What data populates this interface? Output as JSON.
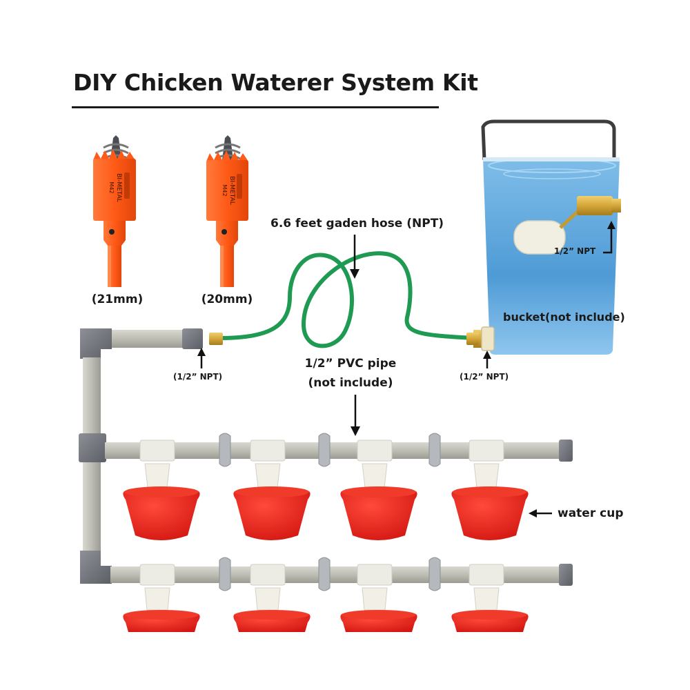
{
  "title": "DIY Chicken Waterer System Kit",
  "hole_saws": [
    {
      "size_label": "(21mm)",
      "imprint_1": "BI-METAL",
      "imprint_2": "M42"
    },
    {
      "size_label": "(20mm)",
      "imprint_1": "BI-METAL",
      "imprint_2": "M42"
    }
  ],
  "labels": {
    "hose": "6.6 feet gaden hose (NPT)",
    "pvc_line1": "1/2”   PVC pipe",
    "pvc_line2": "(not include)",
    "npt_left": "(1/2” NPT)",
    "npt_right": "(1/2” NPT)",
    "npt_bucket": "1/2” NPT",
    "bucket": "bucket(not include)",
    "water_cup": "water cup"
  },
  "colors": {
    "saw_orange": "#ff5a17",
    "hose_green": "#1f9a52",
    "pvc_grey": "#bdbdb4",
    "fitting_dark": "#6e7177",
    "cup_red": "#e41e18",
    "bucket_blue": "#5aa5de",
    "brass": "#d4a63a"
  },
  "icons": [
    "arrow-up-icon",
    "arrow-down-icon",
    "arrow-left-icon"
  ]
}
